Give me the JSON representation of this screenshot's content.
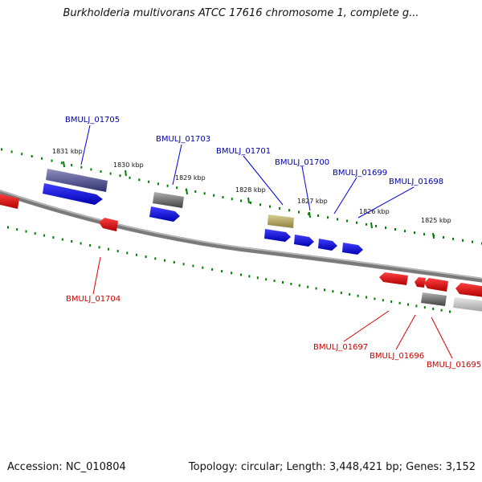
{
  "title": "Burkholderia multivorans ATCC 17616 chromosome 1, complete g...",
  "footer": {
    "accession": "Accession: NC_010804",
    "summary": "Topology: circular; Length: 3,448,421 bp; Genes: 3,152"
  },
  "colors": {
    "forward_gene": "#0000ee",
    "reverse_gene": "#ee0000",
    "forward_label": "#0000aa",
    "reverse_label": "#cc0000",
    "tick": "#008000",
    "backbone": "#808080"
  },
  "ticks": [
    "1831 kbp",
    "1830 kbp",
    "1829 kbp",
    "1828 kbp",
    "1827 kbp",
    "1826 kbp",
    "1825 kbp"
  ],
  "gene_labels": {
    "forward": [
      "BMULJ_01705",
      "BMULJ_01703",
      "BMULJ_01701",
      "BMULJ_01700",
      "BMULJ_01699",
      "BMULJ_01698"
    ],
    "reverse": [
      "BMULJ_01704",
      "BMULJ_01697",
      "BMULJ_01696",
      "BMULJ_01695"
    ]
  }
}
